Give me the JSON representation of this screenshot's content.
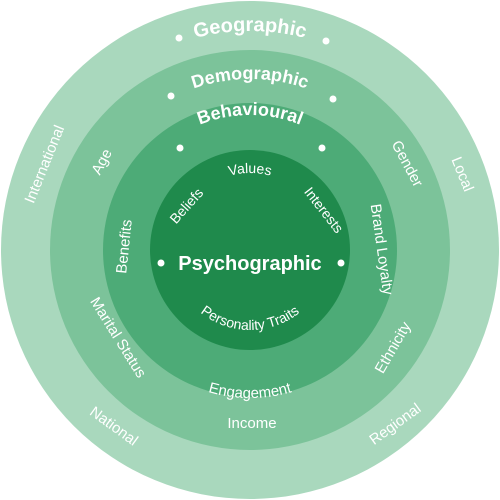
{
  "colors": {
    "geographic_ring": "#a9d8bd",
    "demographic_ring": "#7cc39a",
    "behavioural_ring": "#4dab77",
    "psychographic_core": "#1f8a4c",
    "text": "#ffffff"
  },
  "rings": {
    "geographic": {
      "title": "Geographic",
      "labels": {
        "left": "International",
        "right": "Local",
        "bottom_left": "National",
        "bottom_right": "Regional"
      }
    },
    "demographic": {
      "title": "Demographic",
      "labels": {
        "top_left": "Age",
        "top_right": "Gender",
        "left": "Marital Status",
        "right": "Ethnicity",
        "bottom": "Income"
      }
    },
    "behavioural": {
      "title": "Behavioural",
      "labels": {
        "left": "Benefits",
        "right": "Brand Loyalty",
        "bottom": "Engagement"
      }
    },
    "psychographic": {
      "title": "Psychographic",
      "labels": {
        "top_left": "Beliefs",
        "top": "Values",
        "top_right": "Interests",
        "bottom": "Personality Traits"
      }
    }
  }
}
